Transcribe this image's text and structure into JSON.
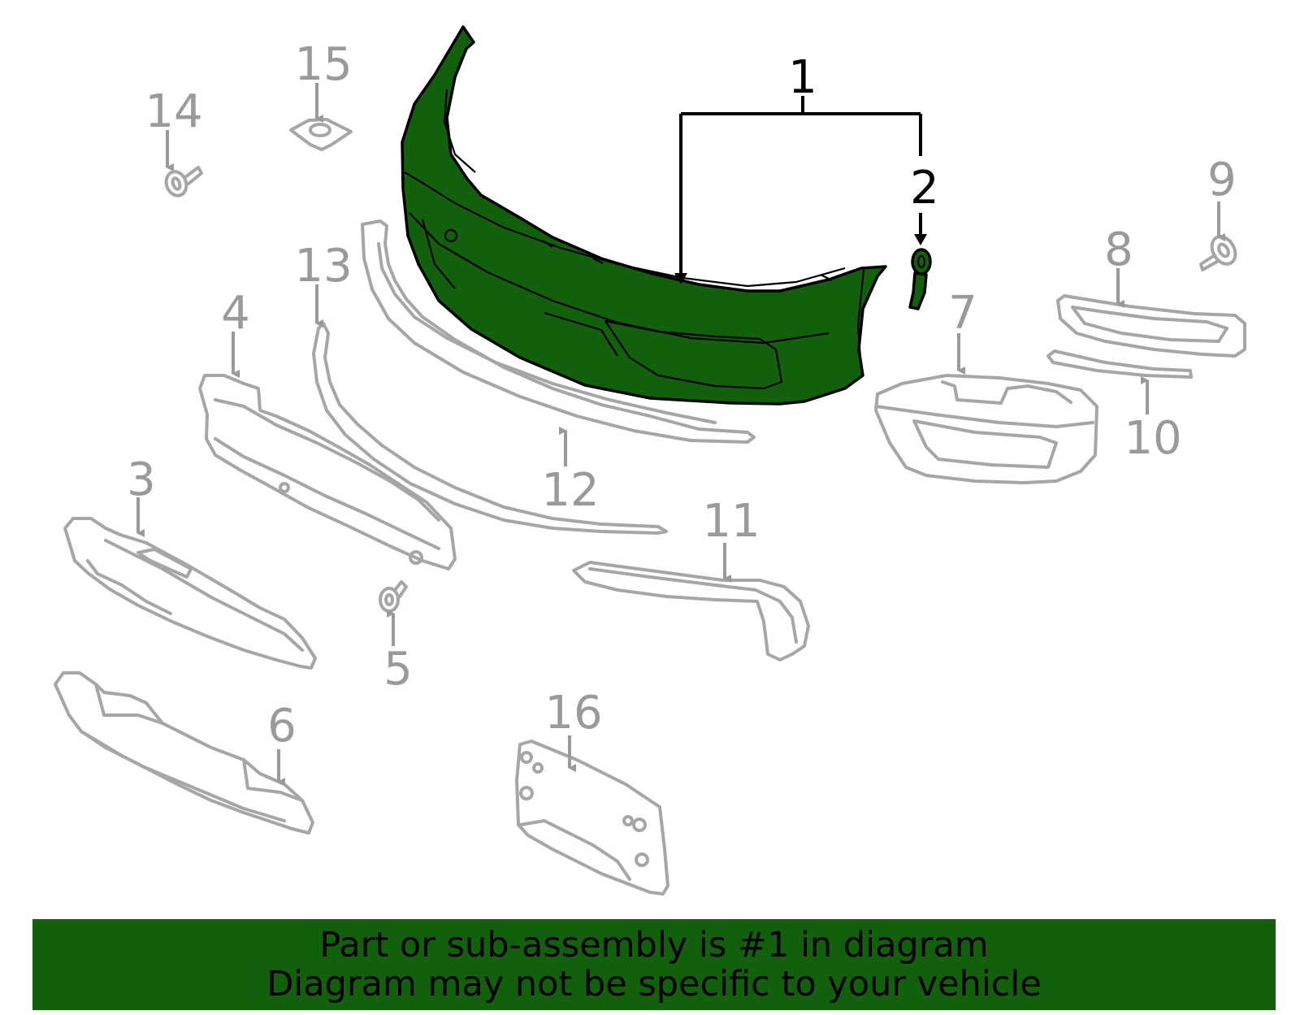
{
  "callouts": {
    "c1": "1",
    "c2": "2",
    "c3": "3",
    "c4": "4",
    "c5": "5",
    "c6": "6",
    "c7": "7",
    "c8": "8",
    "c9": "9",
    "c10": "10",
    "c11": "11",
    "c12": "12",
    "c13": "13",
    "c14": "14",
    "c15": "15",
    "c16": "16"
  },
  "footer": {
    "line1": "Part or sub-assembly is #1 in diagram",
    "line2": "Diagram may not be specific to your vehicle"
  },
  "colors": {
    "highlight": "#12600b",
    "part_outline": "#a6a6a6",
    "callout_gray": "#9a9a9a"
  }
}
